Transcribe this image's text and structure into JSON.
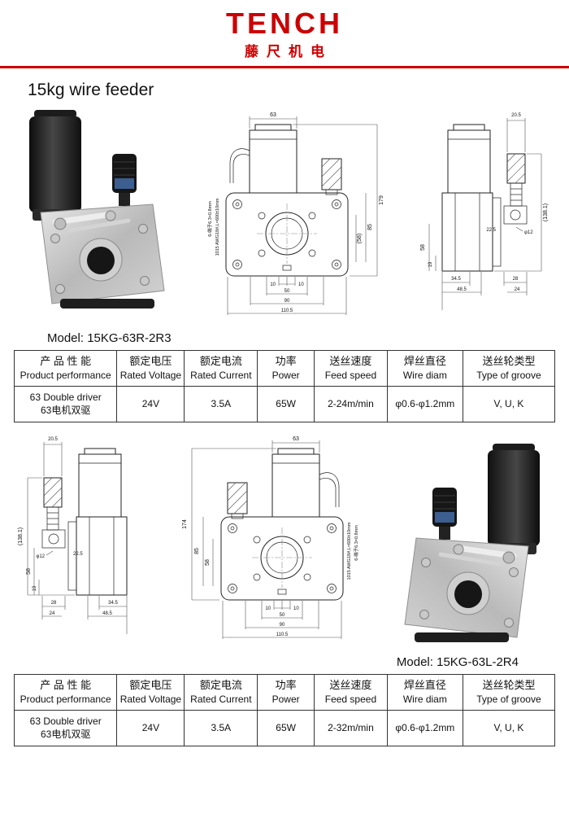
{
  "brand_color": "#cc0000",
  "header": {
    "logo": "TENCH",
    "logo_sub": "藤尺机电"
  },
  "title": "15kg wire feeder",
  "sections": {
    "top": {
      "model": "Model: 15KG-63R-2R3"
    },
    "bottom": {
      "model": "Model: 15KG-63L-2R4"
    }
  },
  "table_headers": [
    {
      "cn": "产 品 性 能",
      "en": "Product performance"
    },
    {
      "cn": "额定电压",
      "en": "Rated Voltage"
    },
    {
      "cn": "额定电流",
      "en": "Rated Current"
    },
    {
      "cn": "功率",
      "en": "Power"
    },
    {
      "cn": "送丝速度",
      "en": "Feed speed"
    },
    {
      "cn": "焊丝直径",
      "en": "Wire diam"
    },
    {
      "cn": "送丝轮类型",
      "en": "Type of groove"
    }
  ],
  "tables": {
    "top": {
      "product_en": "63 Double driver",
      "product_cn": "63电机双驱",
      "voltage": "24V",
      "current": "3.5A",
      "power": "65W",
      "feed_speed": "2-24m/min",
      "wire_diam": "φ0.6-φ1.2mm",
      "groove": "V, U, K"
    },
    "bottom": {
      "product_en": "63 Double driver",
      "product_cn": "63电机双驱",
      "voltage": "24V",
      "current": "3.5A",
      "power": "65W",
      "feed_speed": "2-32m/min",
      "wire_diam": "φ0.6-φ1.2mm",
      "groove": "V, U, K"
    }
  },
  "drawings": {
    "front_r": {
      "dim_w": "63",
      "dim_h": "179",
      "dim_h2": "85",
      "dim_h3": "(58)",
      "dim_b1": "10",
      "dim_b2": "10",
      "dim_b3": "50",
      "dim_b4": "90",
      "dim_b5": "110.5",
      "note_wire": "1015 AWG18#,L=600±10mm",
      "note_terminal": "6-端子6.3×0.8mm"
    },
    "side_r": {
      "dim_t": "20.5",
      "dim_h": "(138.1)",
      "dim_d": "φ12",
      "dim_o": "22.5",
      "dim_l": "58",
      "dim_f": "19",
      "dim_b1": "34.5",
      "dim_b2": "48.5",
      "dim_b3": "28",
      "dim_b4": "24"
    },
    "side_l": {
      "dim_t": "20.5",
      "dim_h": "(138.1)",
      "dim_d": "φ12",
      "dim_o": "22.5",
      "dim_l": "58",
      "dim_f": "19",
      "dim_b1": "34.5",
      "dim_b2": "48.5",
      "dim_b3": "28",
      "dim_b4": "24"
    },
    "front_l": {
      "dim_w": "63",
      "dim_h": "174",
      "dim_h2": "85",
      "dim_h3": "58",
      "dim_b1": "10",
      "dim_b2": "10",
      "dim_b3": "50",
      "dim_b4": "90",
      "dim_b5": "110.5",
      "note_wire": "1015 AWG18#,L=600±10mm",
      "note_terminal": "6-端子6.3×0.8mm"
    }
  }
}
